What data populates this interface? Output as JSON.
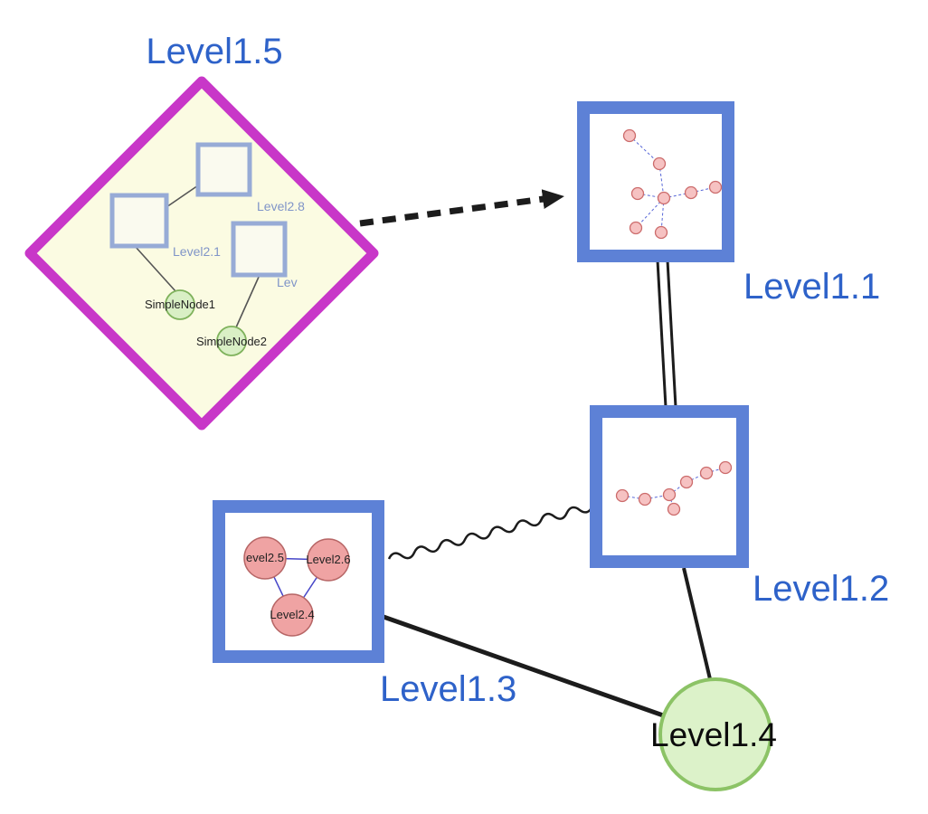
{
  "diagram": {
    "type": "nested-graph"
  },
  "nodes": {
    "level1_5": {
      "label": "Level1.5",
      "shape": "diamond-group"
    },
    "level1_1": {
      "label": "Level1.1",
      "shape": "square-group"
    },
    "level1_2": {
      "label": "Level1.2",
      "shape": "square-group"
    },
    "level1_3": {
      "label": "Level1.3",
      "shape": "square-group"
    },
    "level1_4": {
      "label": "Level1.4",
      "shape": "circle"
    }
  },
  "level1_5_children": {
    "level2_8": {
      "label": "Level2.8",
      "shape": "square"
    },
    "level2_1": {
      "label": "Level2.1",
      "shape": "square"
    },
    "lev": {
      "label": "Lev",
      "shape": "square"
    },
    "simple_node1": {
      "label": "SimpleNode1",
      "shape": "circle"
    },
    "simple_node2": {
      "label": "SimpleNode2",
      "shape": "circle"
    }
  },
  "level1_3_children": {
    "level2_5": {
      "label": "evel2.5",
      "shape": "circle"
    },
    "level2_6": {
      "label": "Level2.6",
      "shape": "circle"
    },
    "level2_4": {
      "label": "Level2.4",
      "shape": "circle"
    }
  },
  "mini_graphs": {
    "level1_1": {
      "node_count": 8,
      "edge_style": "dashed"
    },
    "level1_2": {
      "node_count": 7,
      "edge_style": "dashed"
    }
  },
  "edges": [
    {
      "from": "Level1.5",
      "to": "Level1.1",
      "style": "thick-dashed-arrow"
    },
    {
      "from": "Level1.1",
      "to": "Level1.2",
      "style": "double-line"
    },
    {
      "from": "Level1.3",
      "to": "Level1.2",
      "style": "wavy"
    },
    {
      "from": "Level1.3",
      "to": "Level1.4",
      "style": "solid-thick"
    },
    {
      "from": "Level1.2",
      "to": "Level1.4",
      "style": "solid"
    }
  ],
  "colors": {
    "label_blue": "#2e62c9",
    "child_label_blue": "#8095c8",
    "node_border_blue": "#5d81d6",
    "diamond_border": "#c837c8",
    "diamond_fill": "#fbfbe2",
    "inner_square_border": "#97abd6",
    "inner_square_fill": "#fafaef",
    "green_fill": "#d9efc5",
    "green_border": "#7fb25c",
    "big_green_fill": "#dcf2c9",
    "big_green_border": "#8cc366",
    "pink_fill": "#efa3a3",
    "pink_border": "#b76666",
    "mini_pink_fill": "#f6c2c2",
    "mini_pink_border": "#cc6b6b",
    "edge_color": "#1c1c1c",
    "inner_edge_blue": "#4646c8",
    "mini_edge_blue": "#5868d8"
  }
}
